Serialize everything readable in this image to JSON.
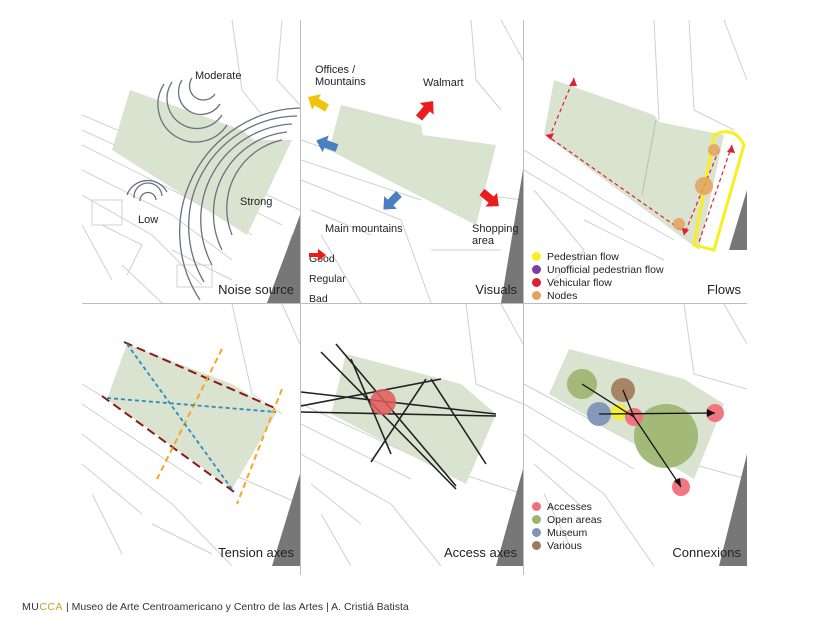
{
  "colors": {
    "area_fill": "#d9e3cf",
    "good": "#4a7fc1",
    "regular": "#f2c30c",
    "bad": "#ea1c1c",
    "pedestrian": "#f7f01c",
    "unofficial": "#7a3fa0",
    "vehicular": "#dd2033",
    "node": "#e3a25e",
    "access": "#f0707a",
    "open_area": "#9bb46e",
    "museum": "#7f95b8",
    "various": "#a07a58"
  },
  "panels": {
    "noise": {
      "title": "Noise source",
      "labels": {
        "moderate": "Moderate",
        "low": "Low",
        "strong": "Strong"
      }
    },
    "visuals": {
      "title": "Visuals",
      "labels": {
        "offices_line1": "Offices /",
        "offices_line2": "Mountains",
        "walmart": "Walmart",
        "main_mountains": "Main mountains",
        "shopping_line1": "Shopping",
        "shopping_line2": "area"
      },
      "legend": [
        {
          "label": "Good",
          "color": "good"
        },
        {
          "label": "Regular",
          "color": "regular"
        },
        {
          "label": "Bad",
          "color": "bad"
        }
      ]
    },
    "flows": {
      "title": "Flows",
      "legend": [
        {
          "label": "Pedestrian flow",
          "color": "pedestrian"
        },
        {
          "label": "Unofficial pedestrian flow",
          "color": "unofficial"
        },
        {
          "label": "Vehicular flow",
          "color": "vehicular"
        },
        {
          "label": "Nodes",
          "color": "node"
        }
      ]
    },
    "tension": {
      "title": "Tension axes"
    },
    "access": {
      "title": "Access axes"
    },
    "connexions": {
      "title": "Connexions",
      "legend": [
        {
          "label": "Accesses",
          "color": "access"
        },
        {
          "label": "Open areas",
          "color": "open_area"
        },
        {
          "label": "Museum",
          "color": "museum"
        },
        {
          "label": "Various",
          "color": "various"
        }
      ]
    }
  },
  "footer": {
    "brand_a": "MU",
    "brand_b": "CCA",
    "separator": "|",
    "museum_name": "Museo de Arte Centroamericano y Centro de las Artes",
    "author": "A. Cristiá Batista"
  }
}
